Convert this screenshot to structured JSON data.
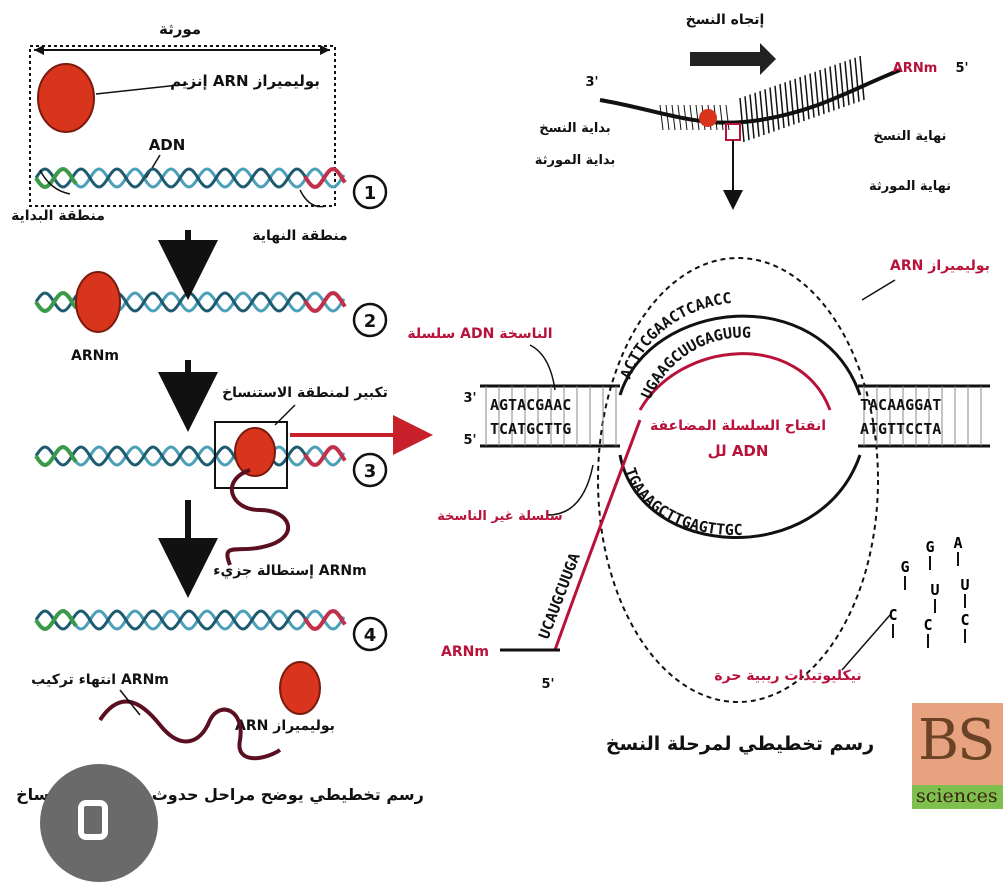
{
  "left_panel": {
    "gene_label": "مورثة",
    "enzyme_label": "إنزيم ARN بوليميراز",
    "dna_label": "ADN",
    "start_region": "منطقة البداية",
    "end_region": "منطقة النهاية",
    "step_numbers": [
      "1",
      "2",
      "3",
      "4"
    ],
    "mrna_label": "ARNm",
    "zoom_label": "تكبير لمنطقة الاستنساخ",
    "elongation_label": "إستطالة جزيء ARNm",
    "end_synthesis_label": "انتهاء تركيب ARNm",
    "polymerase_label": "ARN بوليميراز",
    "caption": "رسم تخطيطي يوضح مراحل حدوث عملية الاستنساخ"
  },
  "right_panel": {
    "direction_label": "إتجاه النسخ",
    "prime3": "3'",
    "prime5": "5'",
    "start_copy": "بداية النسخ",
    "start_gene": "بداية المورثة",
    "arnm_top": "ARNm",
    "end_copy": "نهاية النسخ",
    "end_gene": "نهاية المورثة",
    "polymerase": "ARN بوليميراز",
    "template_strand": "سلسلة ADN الناسخة",
    "nontemplate_strand": "سلسلة غير الناسخة",
    "open_strand_1": "انفتاح السلسلة المضاعفة",
    "open_strand_2": "لل ADN",
    "left_top_seq": "AGTACGAAC",
    "left_bottom_seq": "TCATGCTTG",
    "right_top_seq": "TACAAGGAT",
    "right_bottom_seq": "ATGTTCCTA",
    "arc_outer_seq": "ACTTCGAACTCAACC",
    "arc_rna_seq": "UGAAGCUUGAGUUG",
    "lower_seq": "TGAAAGCTTGAGTTGC",
    "rna_tail_seq": "UCAUGCUUGA",
    "arnm_label": "ARNm",
    "free_nucleotides_label": "نيكليوتيدات ريبية حرة",
    "free_nucleotides": [
      "G",
      "A",
      "G",
      "U",
      "U",
      "C",
      "C",
      "C"
    ],
    "caption": "رسم تخطيطي لمرحلة النسخ"
  },
  "logo": {
    "main": "BS",
    "sub": "sciences"
  },
  "colors": {
    "accent_red": "#b8123a",
    "dna_blue": "#4aa0b8",
    "dna_green": "#3a9a4a",
    "enzyme_red": "#d9341c"
  }
}
